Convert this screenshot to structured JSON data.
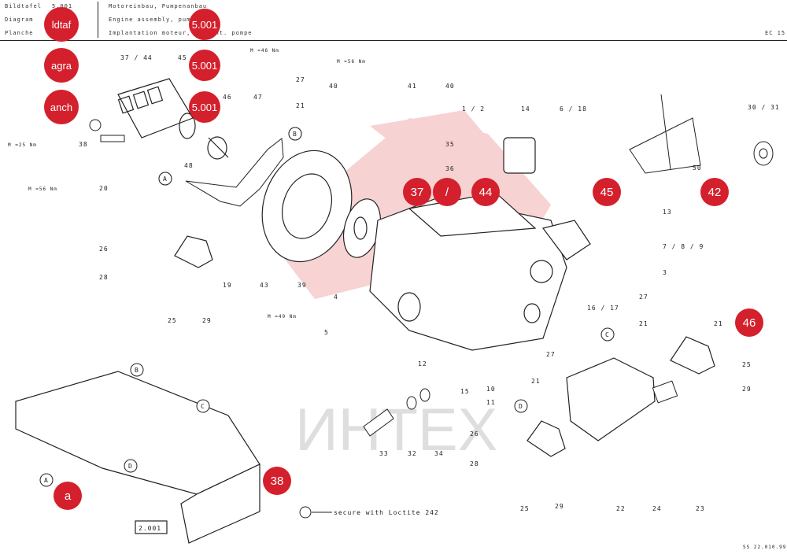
{
  "header": {
    "row1_label": "Bildtafel",
    "row1_code": "5.001",
    "row1_text": "Motoreinbau, Pumpenanbau",
    "row2_label": "Diagram",
    "row2_text": "Engine assembly, pump att",
    "row3_label": "Planche",
    "row3_text": "Implantation moteur, implant. pompe",
    "model": "EC 15"
  },
  "watermark": "ИНТЕХ",
  "footer": {
    "legend": "secure with Loctite 242",
    "ref": "SS 22.010.99",
    "plate": "2.001"
  },
  "part_labels": [
    "37 / 44",
    "45",
    "46",
    "47",
    "48",
    "38",
    "40",
    "27",
    "21",
    "41",
    "40",
    "35",
    "36",
    "1 / 2",
    "14",
    "6 / 18",
    "30 / 31",
    "50",
    "20",
    "19",
    "26",
    "28",
    "25",
    "29",
    "39",
    "43",
    "4",
    "5",
    "12",
    "15",
    "10",
    "11",
    "13",
    "7 / 8 / 9",
    "3",
    "16 / 17",
    "27",
    "21",
    "21",
    "27",
    "21",
    "25",
    "29",
    "26",
    "28",
    "25",
    "29",
    "22",
    "24",
    "23",
    "33",
    "32",
    "34",
    "A",
    "B",
    "C",
    "D",
    "A",
    "B",
    "C",
    "D",
    "A",
    "B"
  ],
  "torques": [
    "M =46 Nm",
    "M =56 Nm",
    "M =25 Nm",
    "M =56 Nm",
    "M =49 Nm"
  ],
  "overlay_badges": [
    "ldtaf",
    "5.001",
    "agra",
    "5.001",
    "anch",
    "5.001",
    "37",
    "/",
    "44",
    "45",
    "42",
    "46",
    "38",
    "a"
  ],
  "colors": {
    "badge": "#d4202c",
    "watermark": "#f2b6b6",
    "line": "#222222"
  }
}
